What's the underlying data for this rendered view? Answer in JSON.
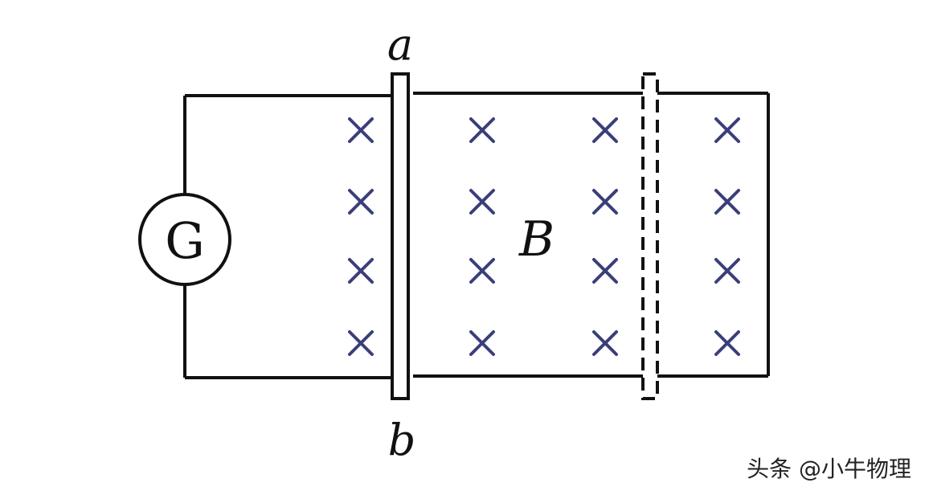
{
  "labels": {
    "rod_top": "a",
    "rod_bottom": "b",
    "field": "B",
    "galvanometer": "G"
  },
  "field": {
    "marker": "×",
    "rows": 4,
    "columns": 4,
    "direction": "into-page"
  },
  "watermark": "头条 @小牛物理",
  "colors": {
    "wire": "#111111",
    "cross": "#3a3f7a",
    "background": "#ffffff"
  }
}
